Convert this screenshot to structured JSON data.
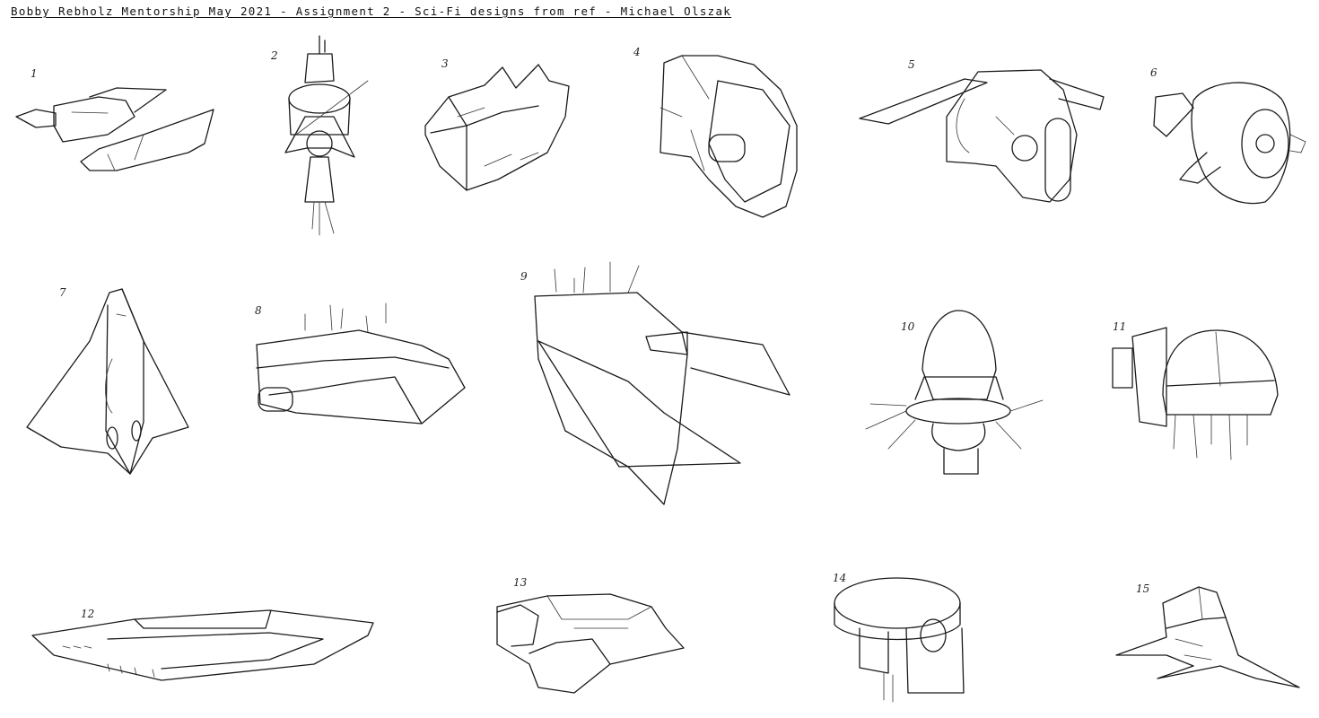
{
  "title": "Bobby Rebholz Mentorship May 2021 - Assignment 2 - Sci-Fi designs from ref - Michael Olszak",
  "sketches": [
    {
      "label": "1",
      "icon": "spaceship-sketch"
    },
    {
      "label": "2",
      "icon": "station-tower-sketch"
    },
    {
      "label": "3",
      "icon": "block-ship-sketch"
    },
    {
      "label": "4",
      "icon": "heavy-hull-sketch"
    },
    {
      "label": "5",
      "icon": "winged-mech-sketch"
    },
    {
      "label": "6",
      "icon": "round-pod-sketch"
    },
    {
      "label": "7",
      "icon": "delta-ship-sketch"
    },
    {
      "label": "8",
      "icon": "city-cruiser-sketch"
    },
    {
      "label": "9",
      "icon": "wedge-ship-sketch"
    },
    {
      "label": "10",
      "icon": "egg-pod-sketch"
    },
    {
      "label": "11",
      "icon": "dome-ship-sketch"
    },
    {
      "label": "12",
      "icon": "long-frigate-sketch"
    },
    {
      "label": "13",
      "icon": "bulky-hauler-sketch"
    },
    {
      "label": "14",
      "icon": "disc-engine-sketch"
    },
    {
      "label": "15",
      "icon": "swept-wing-sketch"
    }
  ]
}
